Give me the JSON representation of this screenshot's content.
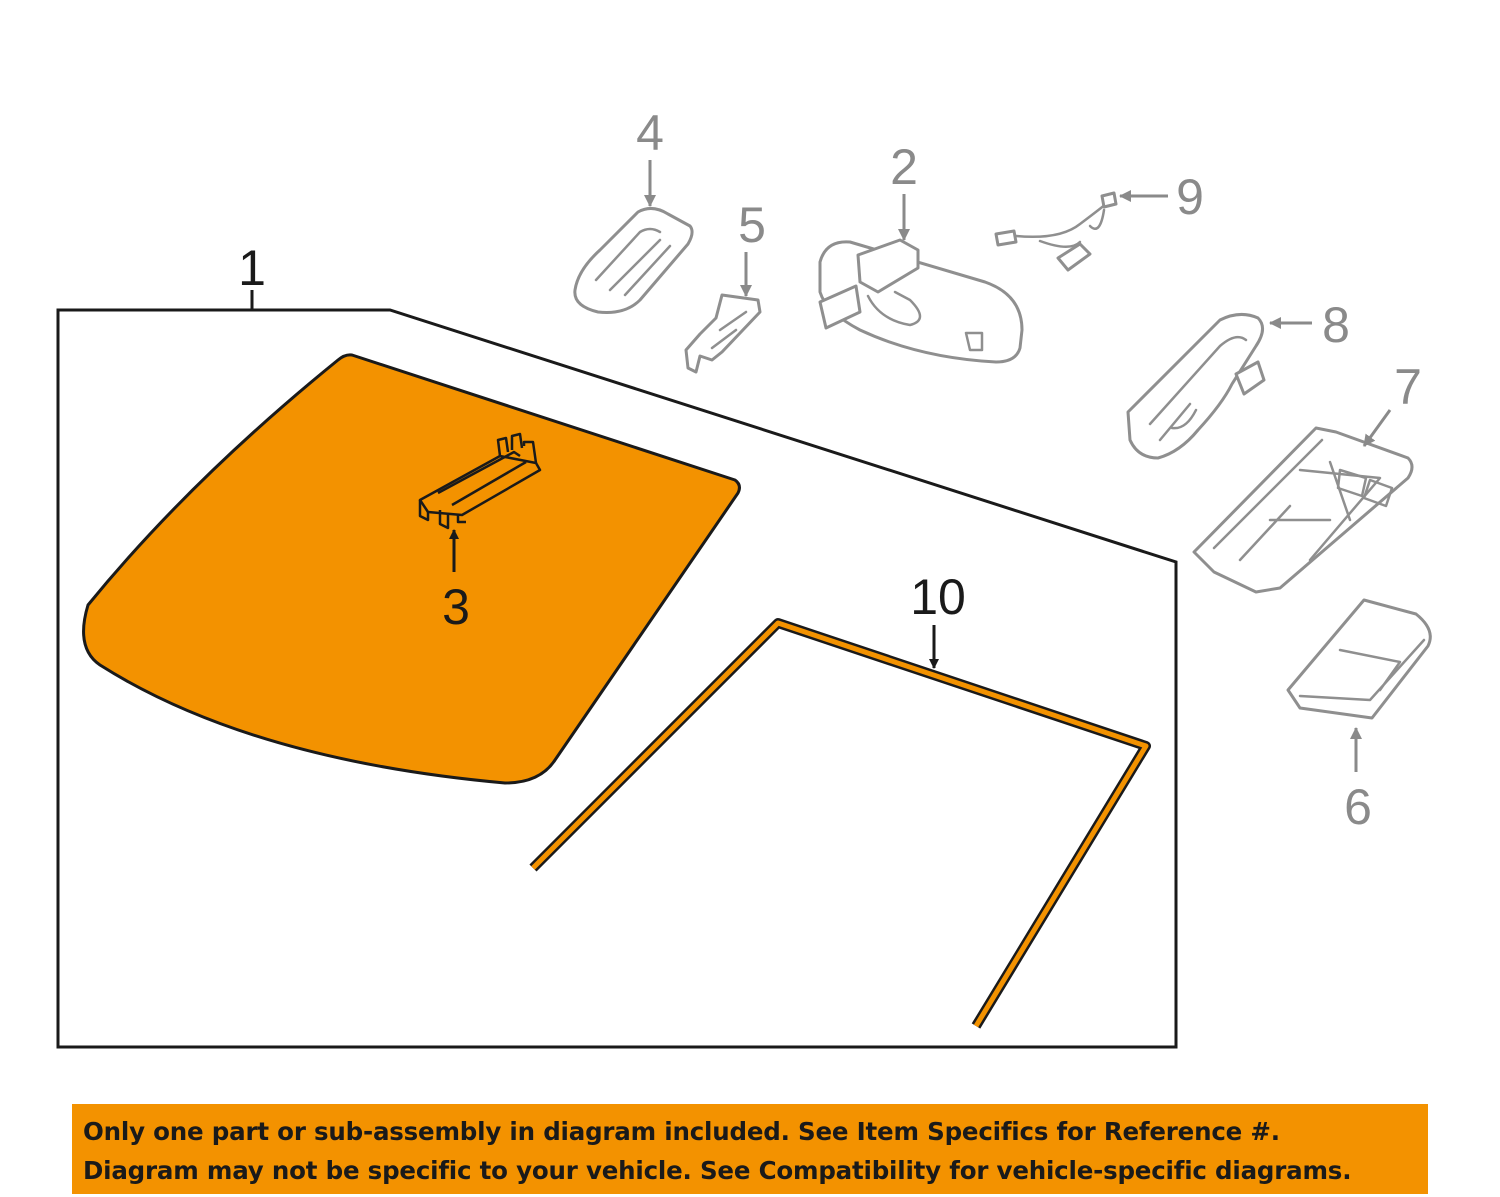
{
  "callouts": {
    "c1": "1",
    "c2": "2",
    "c3": "3",
    "c4": "4",
    "c5": "5",
    "c6": "6",
    "c7": "7",
    "c8": "8",
    "c9": "9",
    "c10": "10"
  },
  "banner": {
    "line1": "Only one part or sub-assembly in diagram included. See Item Specifics for Reference #.",
    "line2": "Diagram may not be specific to your vehicle. See Compatibility for vehicle-specific diagrams."
  },
  "colors": {
    "highlight": "#f39200",
    "outline": "#1a1a1a",
    "gray_parts": "#8f8f8f"
  }
}
